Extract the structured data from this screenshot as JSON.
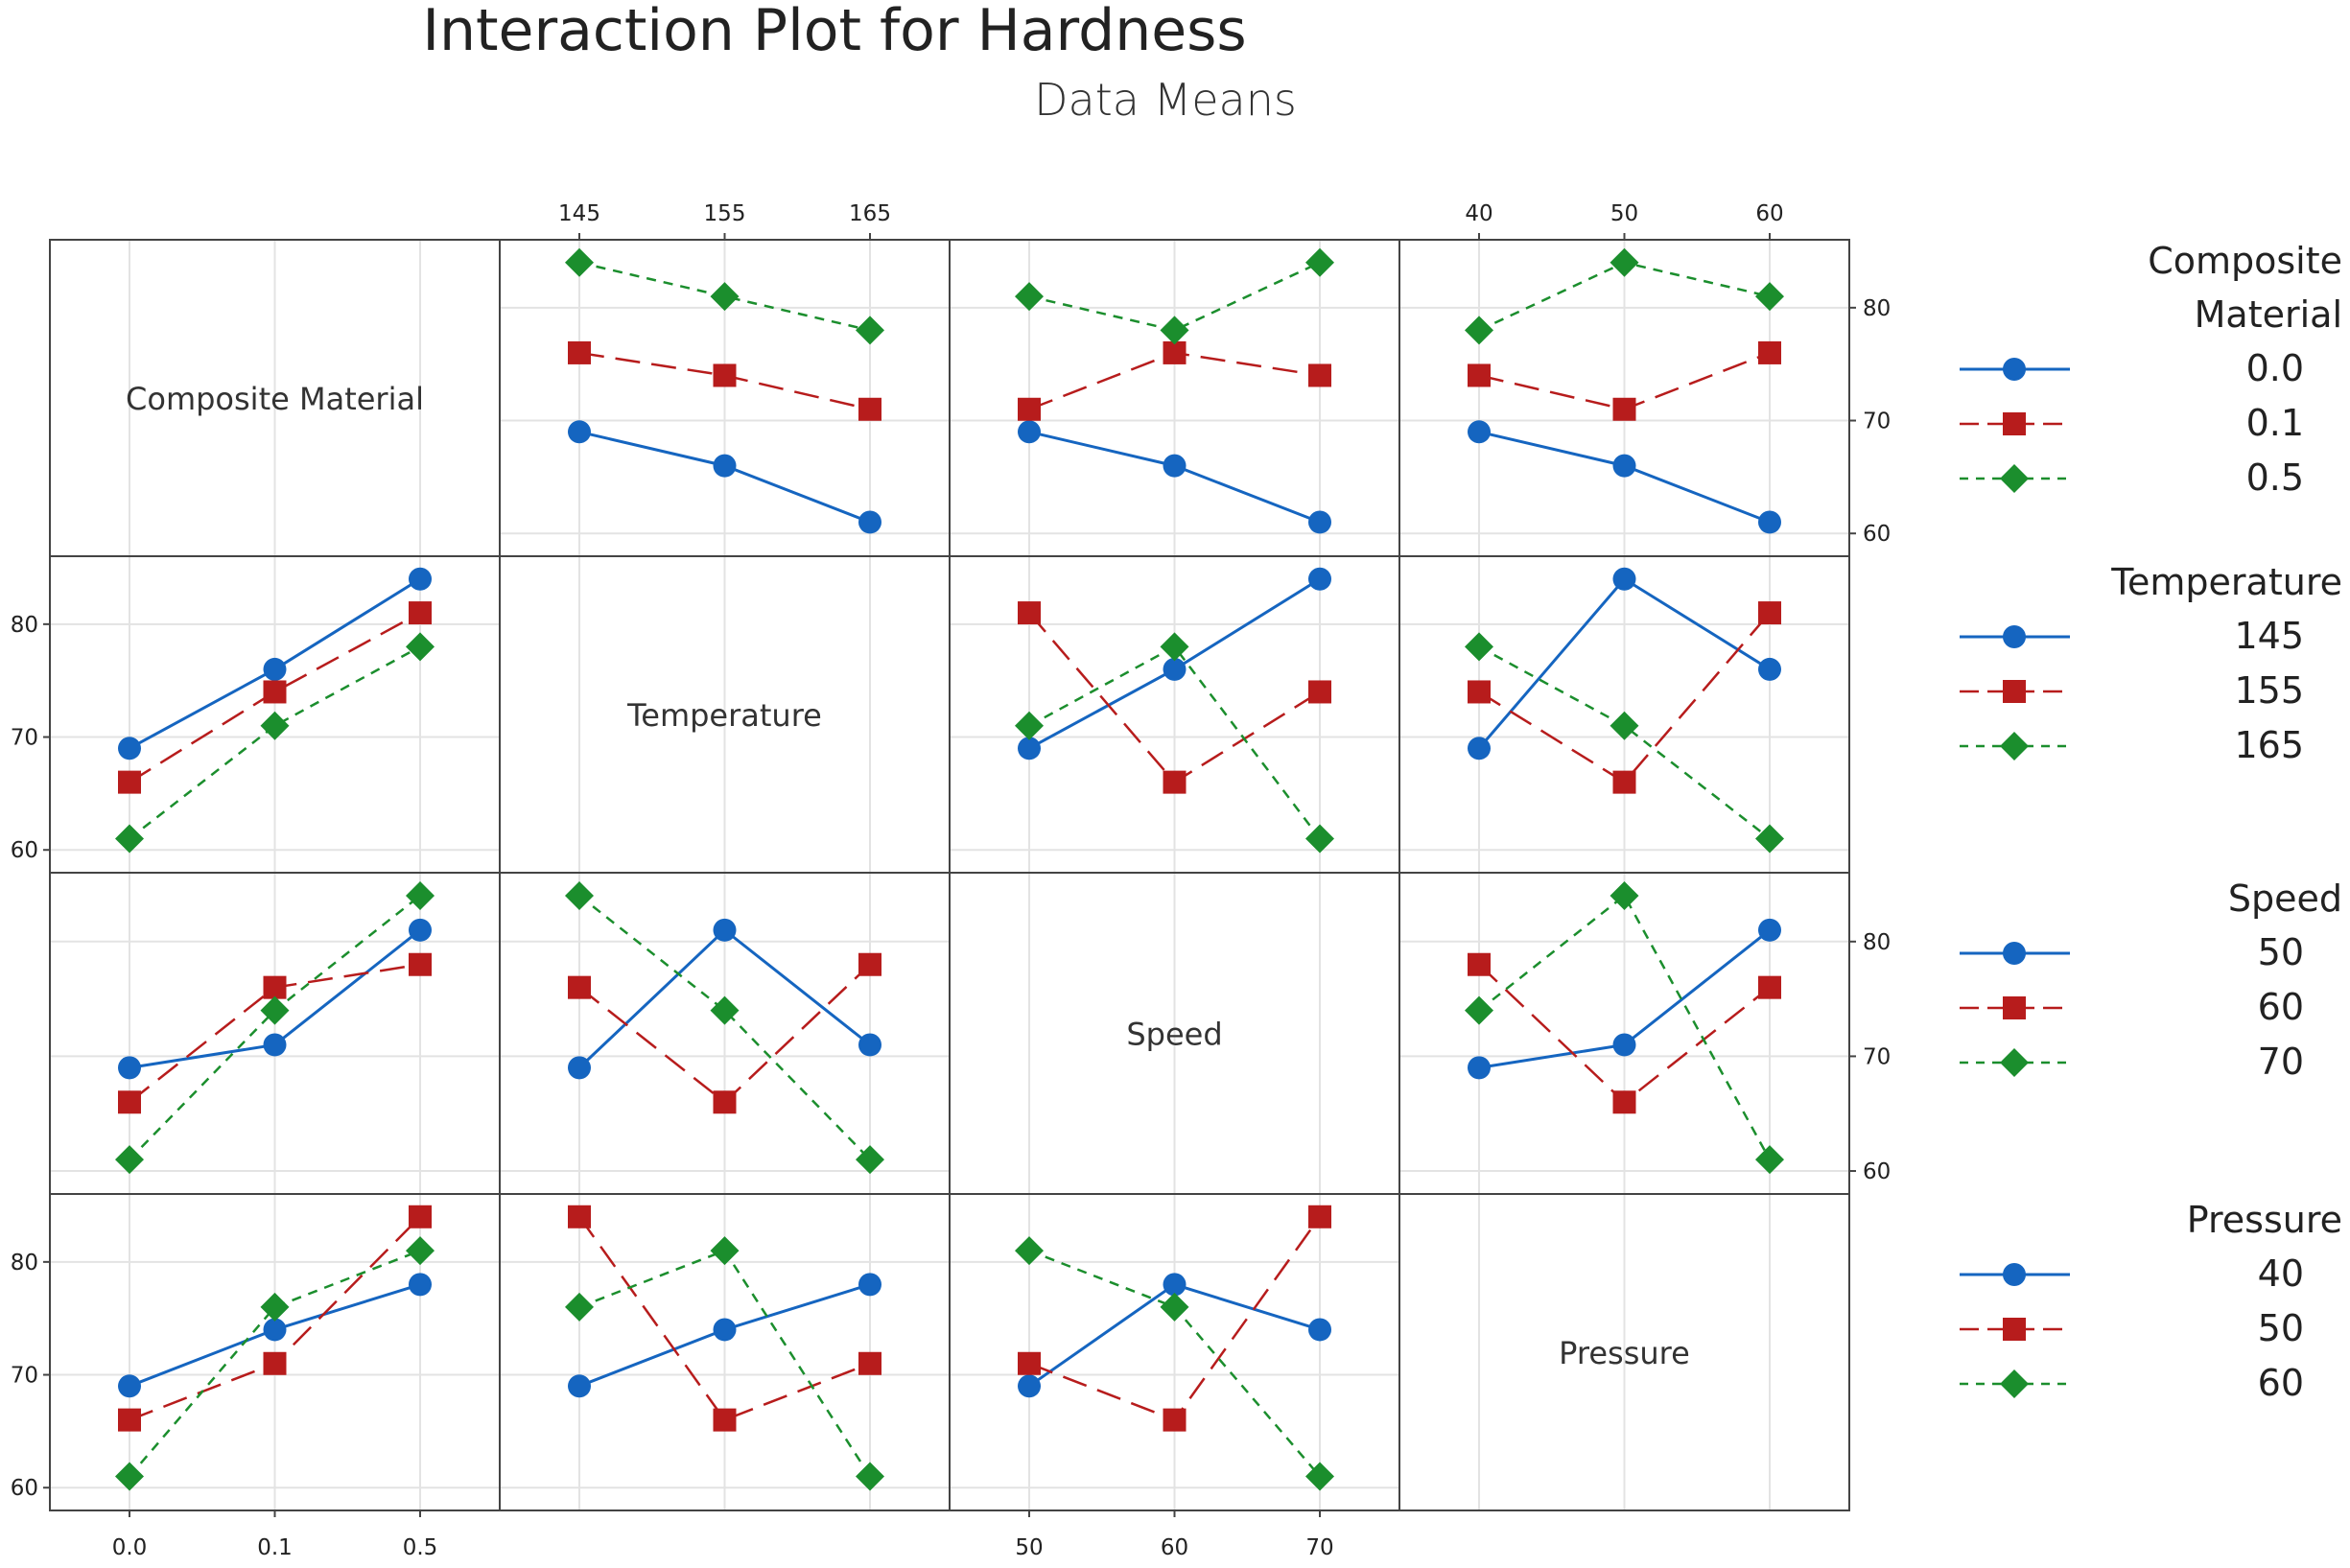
{
  "chart_data": {
    "type": "line",
    "title": "Interaction Plot for Hardness",
    "subtitle": "Data Means",
    "ylim": [
      59,
      85
    ],
    "yticks": [
      60,
      70,
      80
    ],
    "grid": true,
    "legend_placement": "right",
    "colors": [
      "#1565C0",
      "#B71C1C",
      "#1B8E2D"
    ],
    "factors": [
      {
        "name": "Composite Material",
        "levels": [
          "0.0",
          "0.1",
          "0.5"
        ],
        "ticks": [
          "0.0",
          "0.1",
          "0.5"
        ]
      },
      {
        "name": "Temperature",
        "levels": [
          "145",
          "155",
          "165"
        ],
        "ticks": [
          "145",
          "155",
          "165"
        ]
      },
      {
        "name": "Speed",
        "levels": [
          "50",
          "60",
          "70"
        ],
        "ticks": [
          "50",
          "60",
          "70"
        ]
      },
      {
        "name": "Pressure",
        "levels": [
          "40",
          "50",
          "60"
        ],
        "ticks": [
          "40",
          "50",
          "60"
        ]
      }
    ],
    "legends": [
      {
        "title_lines": [
          "Composite",
          "Material"
        ],
        "entries": [
          "0.0",
          "0.1",
          "0.5"
        ]
      },
      {
        "title_lines": [
          "Temperature"
        ],
        "entries": [
          "145",
          "155",
          "165"
        ]
      },
      {
        "title_lines": [
          "Speed"
        ],
        "entries": [
          "50",
          "60",
          "70"
        ]
      },
      {
        "title_lines": [
          "Pressure"
        ],
        "entries": [
          "40",
          "50",
          "60"
        ]
      }
    ],
    "panels": [
      {
        "row": 0,
        "col": 1,
        "series": [
          [
            69,
            66,
            61
          ],
          [
            76,
            74,
            71
          ],
          [
            84,
            81,
            78
          ]
        ]
      },
      {
        "row": 0,
        "col": 2,
        "series": [
          [
            69,
            66,
            61
          ],
          [
            71,
            76,
            74
          ],
          [
            81,
            78,
            84
          ]
        ]
      },
      {
        "row": 0,
        "col": 3,
        "series": [
          [
            69,
            66,
            61
          ],
          [
            74,
            71,
            76
          ],
          [
            78,
            84,
            81
          ]
        ]
      },
      {
        "row": 1,
        "col": 0,
        "series": [
          [
            69,
            76,
            84
          ],
          [
            66,
            74,
            81
          ],
          [
            61,
            71,
            78
          ]
        ]
      },
      {
        "row": 1,
        "col": 2,
        "series": [
          [
            69,
            76,
            84
          ],
          [
            81,
            66,
            74
          ],
          [
            71,
            78,
            61
          ]
        ]
      },
      {
        "row": 1,
        "col": 3,
        "series": [
          [
            69,
            84,
            76
          ],
          [
            74,
            66,
            81
          ],
          [
            78,
            71,
            61
          ]
        ]
      },
      {
        "row": 2,
        "col": 0,
        "series": [
          [
            69,
            71,
            81
          ],
          [
            66,
            76,
            78
          ],
          [
            61,
            74,
            84
          ]
        ]
      },
      {
        "row": 2,
        "col": 1,
        "series": [
          [
            69,
            81,
            71
          ],
          [
            76,
            66,
            78
          ],
          [
            84,
            74,
            61
          ]
        ]
      },
      {
        "row": 2,
        "col": 3,
        "series": [
          [
            69,
            71,
            81
          ],
          [
            78,
            66,
            76
          ],
          [
            74,
            84,
            61
          ]
        ]
      },
      {
        "row": 3,
        "col": 0,
        "series": [
          [
            69,
            74,
            78
          ],
          [
            66,
            71,
            84
          ],
          [
            61,
            76,
            81
          ]
        ]
      },
      {
        "row": 3,
        "col": 1,
        "series": [
          [
            69,
            74,
            78
          ],
          [
            84,
            66,
            71
          ],
          [
            76,
            81,
            61
          ]
        ]
      },
      {
        "row": 3,
        "col": 2,
        "series": [
          [
            69,
            78,
            74
          ],
          [
            71,
            66,
            84
          ],
          [
            81,
            76,
            61
          ]
        ]
      }
    ]
  }
}
